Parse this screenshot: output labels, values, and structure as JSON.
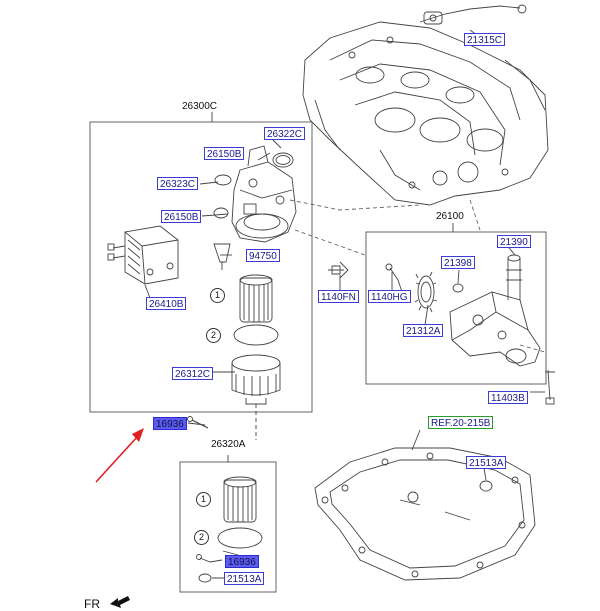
{
  "labels": {
    "p21315C": "21315C",
    "p26300C": "26300C",
    "p26322C": "26322C",
    "p26150B_a": "26150B",
    "p26323C": "26323C",
    "p26150B_b": "26150B",
    "p94750": "94750",
    "p26410B": "26410B",
    "p26312C": "26312C",
    "p16936_a": "16936",
    "p26320A": "26320A",
    "p16936_b": "16936",
    "p21513A_a": "21513A",
    "p26100": "26100",
    "p21390": "21390",
    "p21398": "21398",
    "p1140FN": "1140FN",
    "p1140HG": "1140HG",
    "p21312A": "21312A",
    "p11403B": "11403B",
    "pREF": "REF.20-215B",
    "p21513A_b": "21513A"
  },
  "callouts": {
    "c1a": "1",
    "c2a": "2",
    "c1b": "1",
    "c2b": "2"
  },
  "fr_label": "FR",
  "colors": {
    "label_border": "#3b3bd6",
    "label_highlight": "#5b5bf0",
    "ref_border": "#2e9b2e",
    "arrow": "#e02020"
  }
}
